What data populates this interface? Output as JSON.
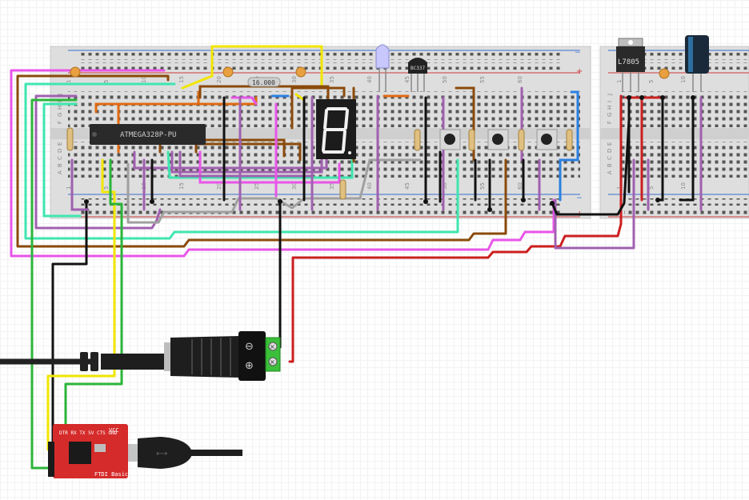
{
  "components": {
    "mcu_label": "ATMEGA328P-PU",
    "crystal_label": "16.000",
    "transistor_label": "BC337",
    "regulator_label": "L7805",
    "ftdi_label": "FTDI Basic",
    "ftdi_pins": "DTR RX TX 5V CTS GND",
    "ftdi_vcc": "VCC",
    "terminal_minus": "⊖",
    "terminal_plus": "⊕"
  },
  "breadboard": {
    "column_numbers_left": [
      "1",
      "5",
      "10",
      "15",
      "20",
      "25",
      "30",
      "35",
      "40",
      "45",
      "50",
      "55",
      "60"
    ],
    "column_numbers_right": [
      "1",
      "5",
      "10"
    ],
    "row_letters_top": [
      "J",
      "I",
      "H",
      "G",
      "F"
    ],
    "row_letters_bottom": [
      "E",
      "D",
      "C",
      "B",
      "A"
    ],
    "rail_plus": "+",
    "rail_minus": "−"
  },
  "colors": {
    "red": "#cc1f1f",
    "black": "#111111",
    "yellow": "#f2e600",
    "green": "#2bb53a",
    "magenta": "#e855e8",
    "teal": "#3ee6b0",
    "brown": "#8a4a0a",
    "orange": "#e06a10",
    "purple": "#a060b0",
    "gray": "#a0a0a0",
    "blue": "#2b80e0"
  }
}
